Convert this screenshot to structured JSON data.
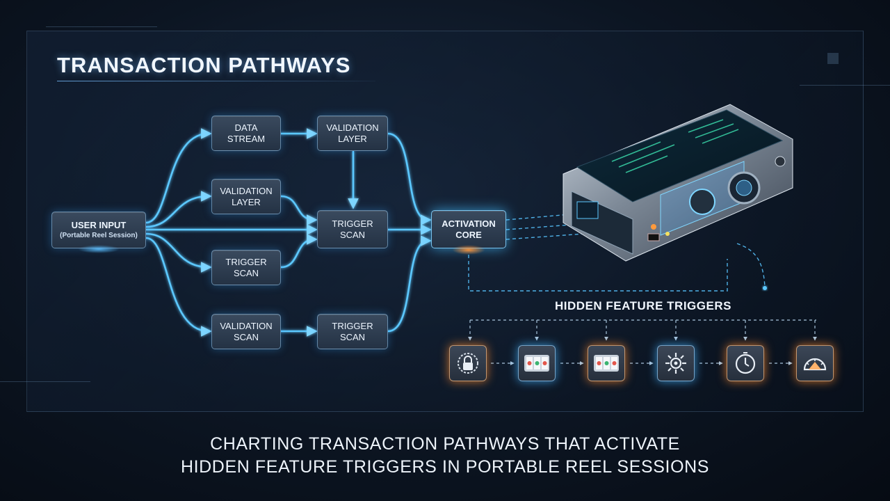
{
  "title": "TRANSACTION PATHWAYS",
  "nodes": {
    "user_input": {
      "label": "USER INPUT",
      "sub": "(Portable Reel Session)"
    },
    "data_stream": {
      "line1": "DATA",
      "line2": "STREAM"
    },
    "validation_layer_top": {
      "line1": "VALIDATION",
      "line2": "LAYER"
    },
    "validation_layer_mid": {
      "line1": "VALIDATION",
      "line2": "LAYER"
    },
    "trigger_scan_center": {
      "line1": "TRIGGER",
      "line2": "SCAN"
    },
    "trigger_scan_lower": {
      "line1": "TRIGGER",
      "line2": "SCAN"
    },
    "validation_scan": {
      "line1": "VALIDATION",
      "line2": "SCAN"
    },
    "trigger_scan_bottom": {
      "line1": "TRIGGER",
      "line2": "SCAN"
    },
    "activation_core": {
      "line1": "ACTIVATION",
      "line2": "CORE"
    }
  },
  "hidden_feature_triggers": {
    "title": "HIDDEN FEATURE TRIGGERS",
    "icons": [
      {
        "icon": "padlock-icon",
        "glow": "orange"
      },
      {
        "icon": "reel-slots-icon",
        "glow": "blue"
      },
      {
        "icon": "reel-slots-icon",
        "glow": "orange"
      },
      {
        "icon": "gear-burst-icon",
        "glow": "blue"
      },
      {
        "icon": "stopwatch-icon",
        "glow": "orange"
      },
      {
        "icon": "speed-gauge-icon",
        "glow": "orange"
      }
    ]
  },
  "caption": {
    "line1": "CHARTING TRANSACTION PATHWAYS THAT ACTIVATE",
    "line2": "HIDDEN FEATURE TRIGGERS IN PORTABLE REEL SESSIONS"
  },
  "colors": {
    "flow_blue": "#5cc8ff",
    "glow_orange": "#ff9a3c",
    "node_fill": "#2e3c4f"
  }
}
